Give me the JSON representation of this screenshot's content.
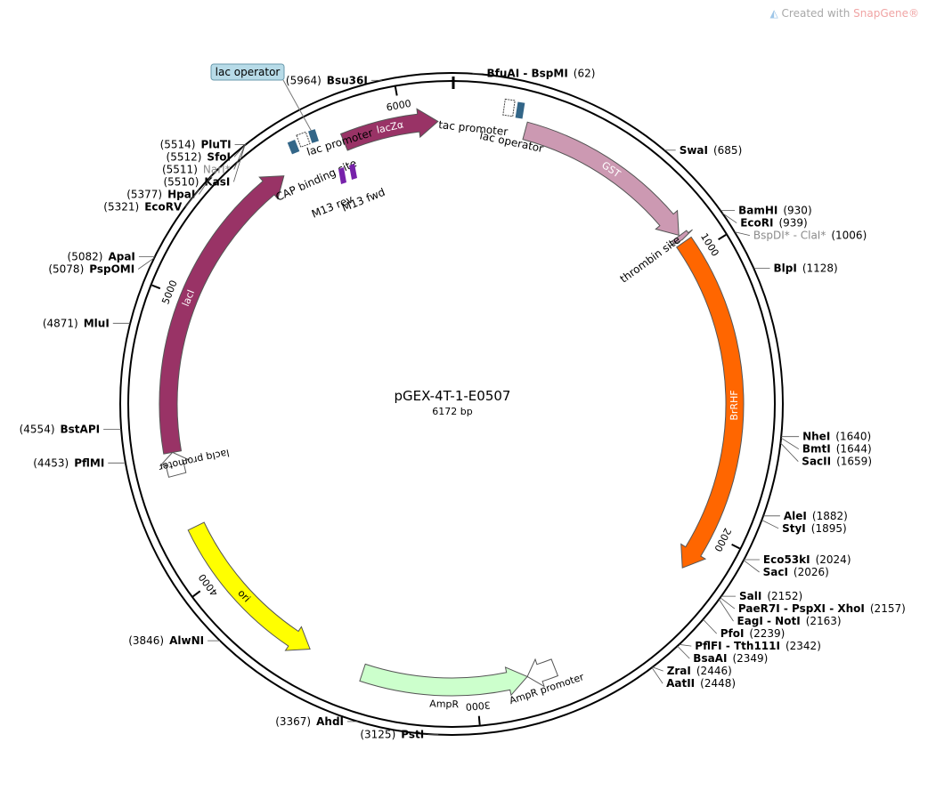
{
  "watermark": {
    "prefix": "Created with ",
    "brand": "SnapGene®",
    "icon": "snapgene-logo-icon"
  },
  "plasmid": {
    "name": "pGEX-4T-1-E0507",
    "size": "6172 bp",
    "length": 6172
  },
  "ticks": [
    {
      "pos": 1000,
      "label": "1000"
    },
    {
      "pos": 2000,
      "label": "2000"
    },
    {
      "pos": 3000,
      "label": "3000"
    },
    {
      "pos": 4000,
      "label": "4000"
    },
    {
      "pos": 5000,
      "label": "5000"
    },
    {
      "pos": 6000,
      "label": "6000"
    }
  ],
  "sites": [
    {
      "id": "bfuai",
      "pos": 62,
      "name": "BfuAI - BspMI",
      "pos_label": "(62)",
      "side": "right"
    },
    {
      "id": "swai",
      "pos": 685,
      "name": "SwaI",
      "pos_label": "(685)",
      "side": "right"
    },
    {
      "id": "bamhi",
      "pos": 930,
      "name": "BamHI",
      "pos_label": "(930)",
      "side": "right"
    },
    {
      "id": "ecori",
      "pos": 939,
      "name": "EcoRI",
      "pos_label": "(939)",
      "side": "right"
    },
    {
      "id": "bspdi",
      "pos": 1006,
      "name": "BspDI* - ClaI*",
      "pos_label": "(1006)",
      "side": "right",
      "dim": true
    },
    {
      "id": "blpi",
      "pos": 1128,
      "name": "BlpI",
      "pos_label": "(1128)",
      "side": "right"
    },
    {
      "id": "nhei",
      "pos": 1640,
      "name": "NheI",
      "pos_label": "(1640)",
      "side": "right"
    },
    {
      "id": "bmti",
      "pos": 1644,
      "name": "BmtI",
      "pos_label": "(1644)",
      "side": "right"
    },
    {
      "id": "sacii",
      "pos": 1659,
      "name": "SacII",
      "pos_label": "(1659)",
      "side": "right"
    },
    {
      "id": "alei",
      "pos": 1882,
      "name": "AleI",
      "pos_label": "(1882)",
      "side": "right"
    },
    {
      "id": "styi",
      "pos": 1895,
      "name": "StyI",
      "pos_label": "(1895)",
      "side": "right"
    },
    {
      "id": "eco53ki",
      "pos": 2024,
      "name": "Eco53kI",
      "pos_label": "(2024)",
      "side": "right"
    },
    {
      "id": "saci",
      "pos": 2026,
      "name": "SacI",
      "pos_label": "(2026)",
      "side": "right"
    },
    {
      "id": "sali",
      "pos": 2152,
      "name": "SalI",
      "pos_label": "(2152)",
      "side": "right"
    },
    {
      "id": "paer7i",
      "pos": 2157,
      "name": "PaeR7I - PspXI - XhoI",
      "pos_label": "(2157)",
      "side": "right"
    },
    {
      "id": "eagi",
      "pos": 2163,
      "name": "EagI - NotI",
      "pos_label": "(2163)",
      "side": "right"
    },
    {
      "id": "pfoi",
      "pos": 2239,
      "name": "PfoI",
      "pos_label": "(2239)",
      "side": "right"
    },
    {
      "id": "pflfi",
      "pos": 2342,
      "name": "PflFI - Tth111I",
      "pos_label": "(2342)",
      "side": "right"
    },
    {
      "id": "bsaai",
      "pos": 2349,
      "name": "BsaAI",
      "pos_label": "(2349)",
      "side": "right"
    },
    {
      "id": "zrai",
      "pos": 2446,
      "name": "ZraI",
      "pos_label": "(2446)",
      "side": "right"
    },
    {
      "id": "aatii",
      "pos": 2448,
      "name": "AatII",
      "pos_label": "(2448)",
      "side": "right"
    },
    {
      "id": "psti",
      "pos": 3125,
      "name": "PstI",
      "pos_label": "(3125)",
      "side": "left"
    },
    {
      "id": "ahdi",
      "pos": 3367,
      "name": "AhdI",
      "pos_label": "(3367)",
      "side": "left"
    },
    {
      "id": "alwni",
      "pos": 3846,
      "name": "AlwNI",
      "pos_label": "(3846)",
      "side": "left"
    },
    {
      "id": "pflmi",
      "pos": 4453,
      "name": "PflMI",
      "pos_label": "(4453)",
      "side": "left"
    },
    {
      "id": "bstapi",
      "pos": 4554,
      "name": "BstAPI",
      "pos_label": "(4554)",
      "side": "left"
    },
    {
      "id": "mlui",
      "pos": 4871,
      "name": "MluI",
      "pos_label": "(4871)",
      "side": "left"
    },
    {
      "id": "pspomi",
      "pos": 5078,
      "name": "PspOMI",
      "pos_label": "(5078)",
      "side": "left"
    },
    {
      "id": "apai",
      "pos": 5082,
      "name": "ApaI",
      "pos_label": "(5082)",
      "side": "left"
    },
    {
      "id": "ecorv",
      "pos": 5321,
      "name": "EcoRV",
      "pos_label": "(5321)",
      "side": "left"
    },
    {
      "id": "hpai",
      "pos": 5377,
      "name": "HpaI",
      "pos_label": "(5377)",
      "side": "left"
    },
    {
      "id": "kasi",
      "pos": 5510,
      "name": "KasI",
      "pos_label": "(5510)",
      "side": "left"
    },
    {
      "id": "nari",
      "pos": 5511,
      "name": "NarI*",
      "pos_label": "(5511)",
      "side": "left",
      "dim": true
    },
    {
      "id": "sfoi",
      "pos": 5512,
      "name": "SfoI",
      "pos_label": "(5512)",
      "side": "left"
    },
    {
      "id": "pluti",
      "pos": 5514,
      "name": "PluTI",
      "pos_label": "(5514)",
      "side": "left"
    },
    {
      "id": "bsu36i",
      "pos": 5964,
      "name": "Bsu36I",
      "pos_label": "(5964)",
      "side": "left"
    }
  ],
  "features": [
    {
      "id": "gst",
      "label": "GST",
      "start": 258,
      "end": 915,
      "strand": 1,
      "color": "#cc99b2",
      "ring": "inner",
      "label_mode": "arc"
    },
    {
      "id": "thrombin",
      "label": "thrombin site",
      "start": 918,
      "end": 935,
      "strand": 1,
      "color": "#cc99b2",
      "ring": "inner",
      "label_mode": "outside"
    },
    {
      "id": "brrhf",
      "label": "BrRHF",
      "start": 945,
      "end": 2150,
      "strand": 1,
      "color": "#ff6600",
      "ring": "inner",
      "label_mode": "arc"
    },
    {
      "id": "ampr-promoter",
      "label": "AmpR promoter",
      "start": 2720,
      "end": 2820,
      "strand": 1,
      "color": "#ffffff",
      "ring": "inner",
      "label_mode": "arc-dark"
    },
    {
      "id": "ampr",
      "label": "AmpR",
      "start": 2820,
      "end": 3400,
      "strand": -1,
      "color": "#ccffcc",
      "ring": "inner",
      "label_mode": "arc-dark"
    },
    {
      "id": "ori",
      "label": "ori",
      "start": 3600,
      "end": 4190,
      "strand": -1,
      "color": "#ffff00",
      "ring": "inner",
      "label_mode": "arc-dark"
    },
    {
      "id": "laciq-promoter",
      "label": "lacIq promoter",
      "start": 4380,
      "end": 4460,
      "strand": 1,
      "color": "#ffffff",
      "ring": "inner",
      "label_mode": "arc-dark"
    },
    {
      "id": "laci",
      "label": "lacI",
      "start": 4460,
      "end": 5550,
      "strand": 1,
      "color": "#993366",
      "ring": "inner",
      "label_mode": "arc"
    },
    {
      "id": "lacza",
      "label": "lacZα",
      "start": 5790,
      "end": 6125,
      "strand": 1,
      "color": "#993366",
      "ring": "inner",
      "label_mode": "arc"
    }
  ],
  "small_labels": {
    "lac_operator_box": "lac operator",
    "lac_promoter": "lac promoter",
    "cap_site": "CAP binding site",
    "m13_rev": "M13 rev",
    "m13_fwd": "M13 fwd",
    "tac_promoter": "tac promoter",
    "lac_operator_2": "lac operator"
  },
  "colors": {
    "backbone": "#000000",
    "cap": "#336688",
    "primer": "#7722aa",
    "lac_operator_box": "#b7dbe8"
  }
}
